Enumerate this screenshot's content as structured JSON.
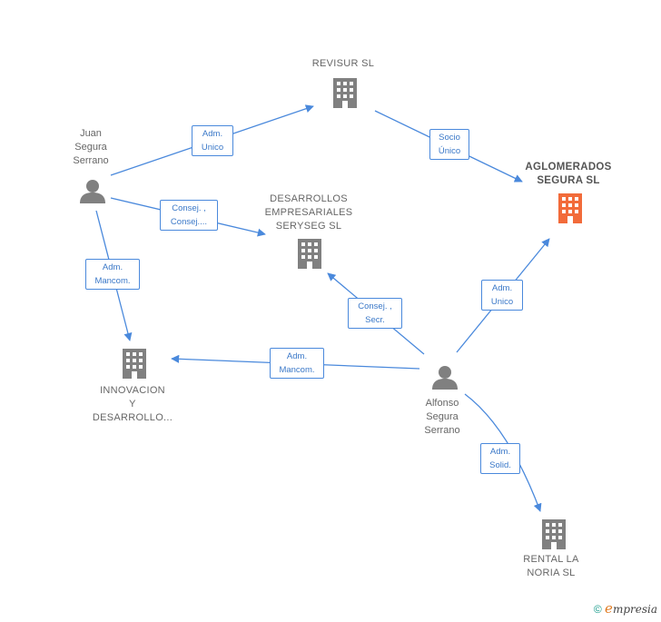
{
  "nodes": {
    "revisur": {
      "label": "REVISUR SL",
      "type": "company"
    },
    "aglomerados": {
      "label": "AGLOMERADOS\nSEGURA  SL",
      "type": "company-highlight"
    },
    "desarrollos": {
      "label": "DESARROLLOS\nEMPRESARIALES\nSERYSEG SL",
      "type": "company"
    },
    "innovacion": {
      "label": "INNOVACION\nY\nDESARROLLO...",
      "type": "company"
    },
    "rental": {
      "label": "RENTAL LA\nNORIA  SL",
      "type": "company"
    },
    "juan": {
      "label": "Juan\nSegura\nSerrano",
      "type": "person"
    },
    "alfonso": {
      "label": "Alfonso\nSegura\nSerrano",
      "type": "person"
    }
  },
  "edges": {
    "juan_revisur": {
      "label": "Adm.\nUnico"
    },
    "revisur_aglomerados": {
      "label": "Socio\nÚnico"
    },
    "juan_desarrollos": {
      "label": "Consej. ,\nConsej...."
    },
    "juan_innovacion": {
      "label": "Adm.\nMancom."
    },
    "alfonso_desarrollos": {
      "label": "Consej. ,\nSecr."
    },
    "alfonso_innovacion": {
      "label": "Adm.\nMancom."
    },
    "alfonso_aglomerados": {
      "label": "Adm.\nUnico"
    },
    "alfonso_rental": {
      "label": "Adm.\nSolid."
    }
  },
  "colors": {
    "edge": "#4a89dc",
    "company_icon": "#808080",
    "highlight_icon": "#f26b3a",
    "person_icon": "#808080"
  },
  "icons": {
    "company": "building-icon",
    "person": "person-icon"
  },
  "footer": {
    "copyright": "©",
    "brand_initial": "e",
    "brand_rest": "mpresia"
  }
}
